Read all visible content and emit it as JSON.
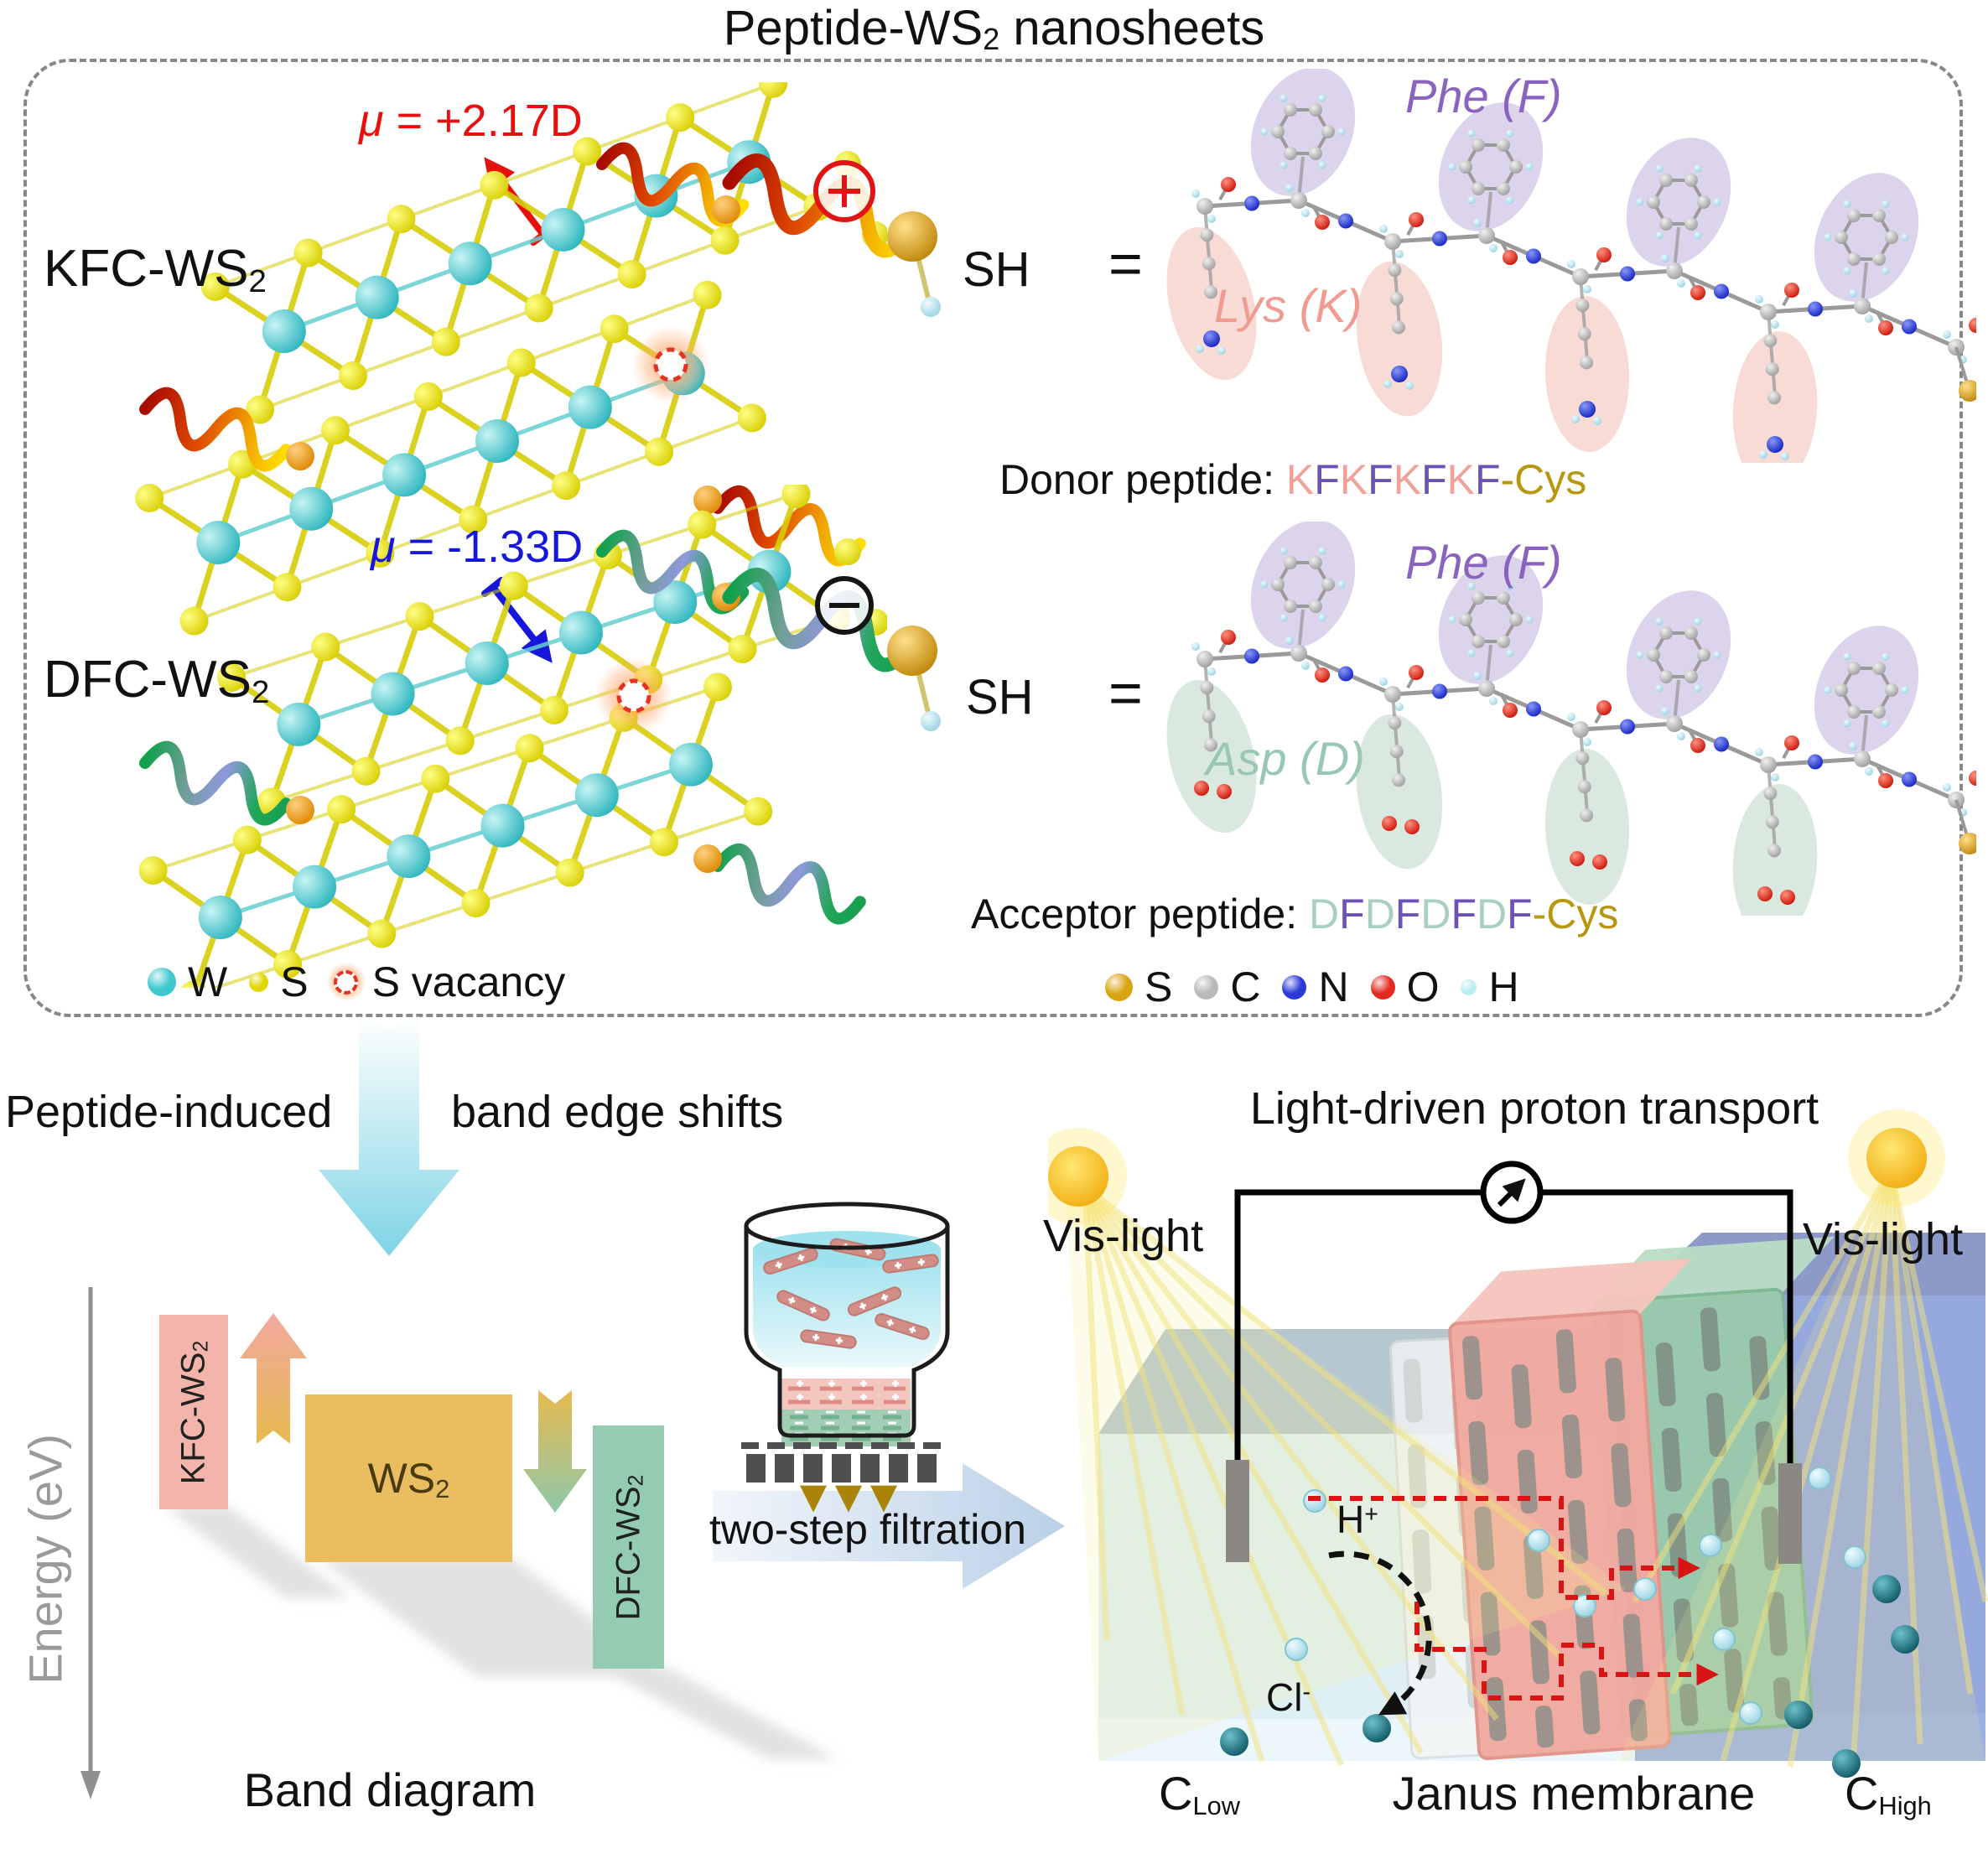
{
  "colors": {
    "w_atom": "#3fc9cf",
    "s_lattice": "#ece800",
    "s_gold": "#d9a411",
    "c_atom": "#b9b9b9",
    "n_atom": "#2a3ad6",
    "o_atom": "#e42a20",
    "h_atom": "#bdeef4",
    "k_letter": "#f0a29a",
    "f_letter": "#6e51b7",
    "d_letter": "#a9cfc5",
    "cys": "#b8970e",
    "phe_label": "#8a63c0",
    "lys_label": "#f09b91",
    "asp_label": "#9ac6b4",
    "mu_pos": "#e8100c",
    "mu_neg": "#1717dc",
    "kfc_bar": "#f3b4ac",
    "ws2_box": "#e9bd60",
    "dfc_bar": "#93ccb1",
    "membrane_pink": "#f1aaa1",
    "membrane_green": "#9bcaab",
    "cell_left": "#daeef4",
    "cell_right": "#8ea4dc",
    "proton": "#c3eff3",
    "chloride": "#1e7b8a",
    "red_arrow": "#da1414",
    "beam": "#f2e27c",
    "sun": "#f6c119",
    "axis_gray": "#9a9a9a"
  },
  "header": {
    "title_pre": "Peptide-WS",
    "title_sub": "2",
    "title_post": " nanosheets"
  },
  "nanosheets": {
    "kfc_label_pre": "KFC-WS",
    "kfc_label_sub": "2",
    "dfc_label_pre": "DFC-WS",
    "dfc_label_sub": "2",
    "mu": "μ",
    "kfc_dipole": " = +2.17D",
    "dfc_dipole": " = -1.33D",
    "sh": "SH",
    "equals": "=",
    "donor": {
      "phe": "Phe (F)",
      "lys": "Lys (K)",
      "caption": "Donor peptide: ",
      "seq": [
        [
          "K",
          "k"
        ],
        [
          "F",
          "f"
        ],
        [
          "K",
          "k"
        ],
        [
          "F",
          "f"
        ],
        [
          "K",
          "k"
        ],
        [
          "F",
          "f"
        ],
        [
          "K",
          "k"
        ],
        [
          "F",
          "f"
        ]
      ],
      "cys": "-Cys"
    },
    "acceptor": {
      "phe": "Phe (F)",
      "asp": "Asp (D)",
      "caption": "Acceptor peptide: ",
      "seq": [
        [
          "D",
          "d"
        ],
        [
          "F",
          "f"
        ],
        [
          "D",
          "d"
        ],
        [
          "F",
          "f"
        ],
        [
          "D",
          "d"
        ],
        [
          "F",
          "f"
        ],
        [
          "D",
          "d"
        ],
        [
          "F",
          "f"
        ]
      ],
      "cys": "-Cys"
    },
    "legend_lattice": [
      {
        "label": "W",
        "color": "#3fc9cf",
        "size": 34
      },
      {
        "label": "S",
        "color": "#e0d800",
        "size": 23
      },
      {
        "label": "S vacancy",
        "vacancy": true
      }
    ],
    "legend_atoms": [
      {
        "label": "S",
        "color": "#d9a411",
        "size": 33
      },
      {
        "label": "C",
        "color": "#b9b9b9",
        "size": 29
      },
      {
        "label": "N",
        "color": "#2a3ad6",
        "size": 29
      },
      {
        "label": "O",
        "color": "#e42a20",
        "size": 29
      },
      {
        "label": "H",
        "color": "#bdeef4",
        "size": 19
      }
    ]
  },
  "process": {
    "caption_left": "Peptide-induced",
    "caption_right": "band edge shifts",
    "filtration": "two-step filtration"
  },
  "band_diagram": {
    "axis": "Energy (eV)",
    "kfc_pre": "KFC-WS",
    "kfc_sub": "2",
    "ws2_pre": "WS",
    "ws2_sub": "2",
    "dfc_pre": "DFC-WS",
    "dfc_sub": "2",
    "caption": "Band diagram"
  },
  "transport": {
    "title": "Light-driven proton transport",
    "vis_left": "Vis-light",
    "vis_right": "Vis-light",
    "h_base": "H",
    "h_sup": "+",
    "cl_base": "Cl",
    "cl_sup": "-",
    "clow_base": "C",
    "clow_sub": "Low",
    "janus": "Janus membrane",
    "chigh_base": "C",
    "chigh_sub": "High"
  }
}
